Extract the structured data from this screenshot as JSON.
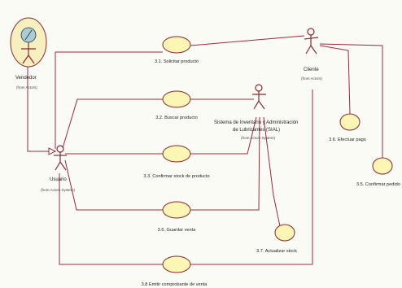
{
  "actors": {
    "vendedor": {
      "name": "Vendedor",
      "stereotype": "(from Actors)"
    },
    "cliente": {
      "name": "Cliente",
      "stereotype": "(from Actors)"
    },
    "usuario": {
      "name": "Usuario",
      "stereotype": "(from Actors System)"
    },
    "sistema": {
      "name_line1": "Sistema de Inventario y Administración",
      "name_line2": "de Lubricantes (SIAL)",
      "stereotype": "(from Actors System)"
    }
  },
  "use_cases": {
    "uc_3_1": "3.1. Solicitar producto",
    "uc_3_2": "3.2. Buscar producto",
    "uc_3_3": "3.3. Confirmar stock de producto",
    "uc_3_6": "3.6. Guardar venta",
    "uc_3_8": "3.8 Emitir comprobante de venta",
    "uc_3_4": "3.6. Efectuar pago",
    "uc_3_5": "3.5. Confirmar pedido",
    "uc_3_7": "3.7. Actualizar stock"
  },
  "colors": {
    "usecase_fill": "#fbf6b4",
    "line": "#a2283a",
    "vendedor_badge": "#f6efc0",
    "vendedor_circle": "#a9ccd6"
  }
}
